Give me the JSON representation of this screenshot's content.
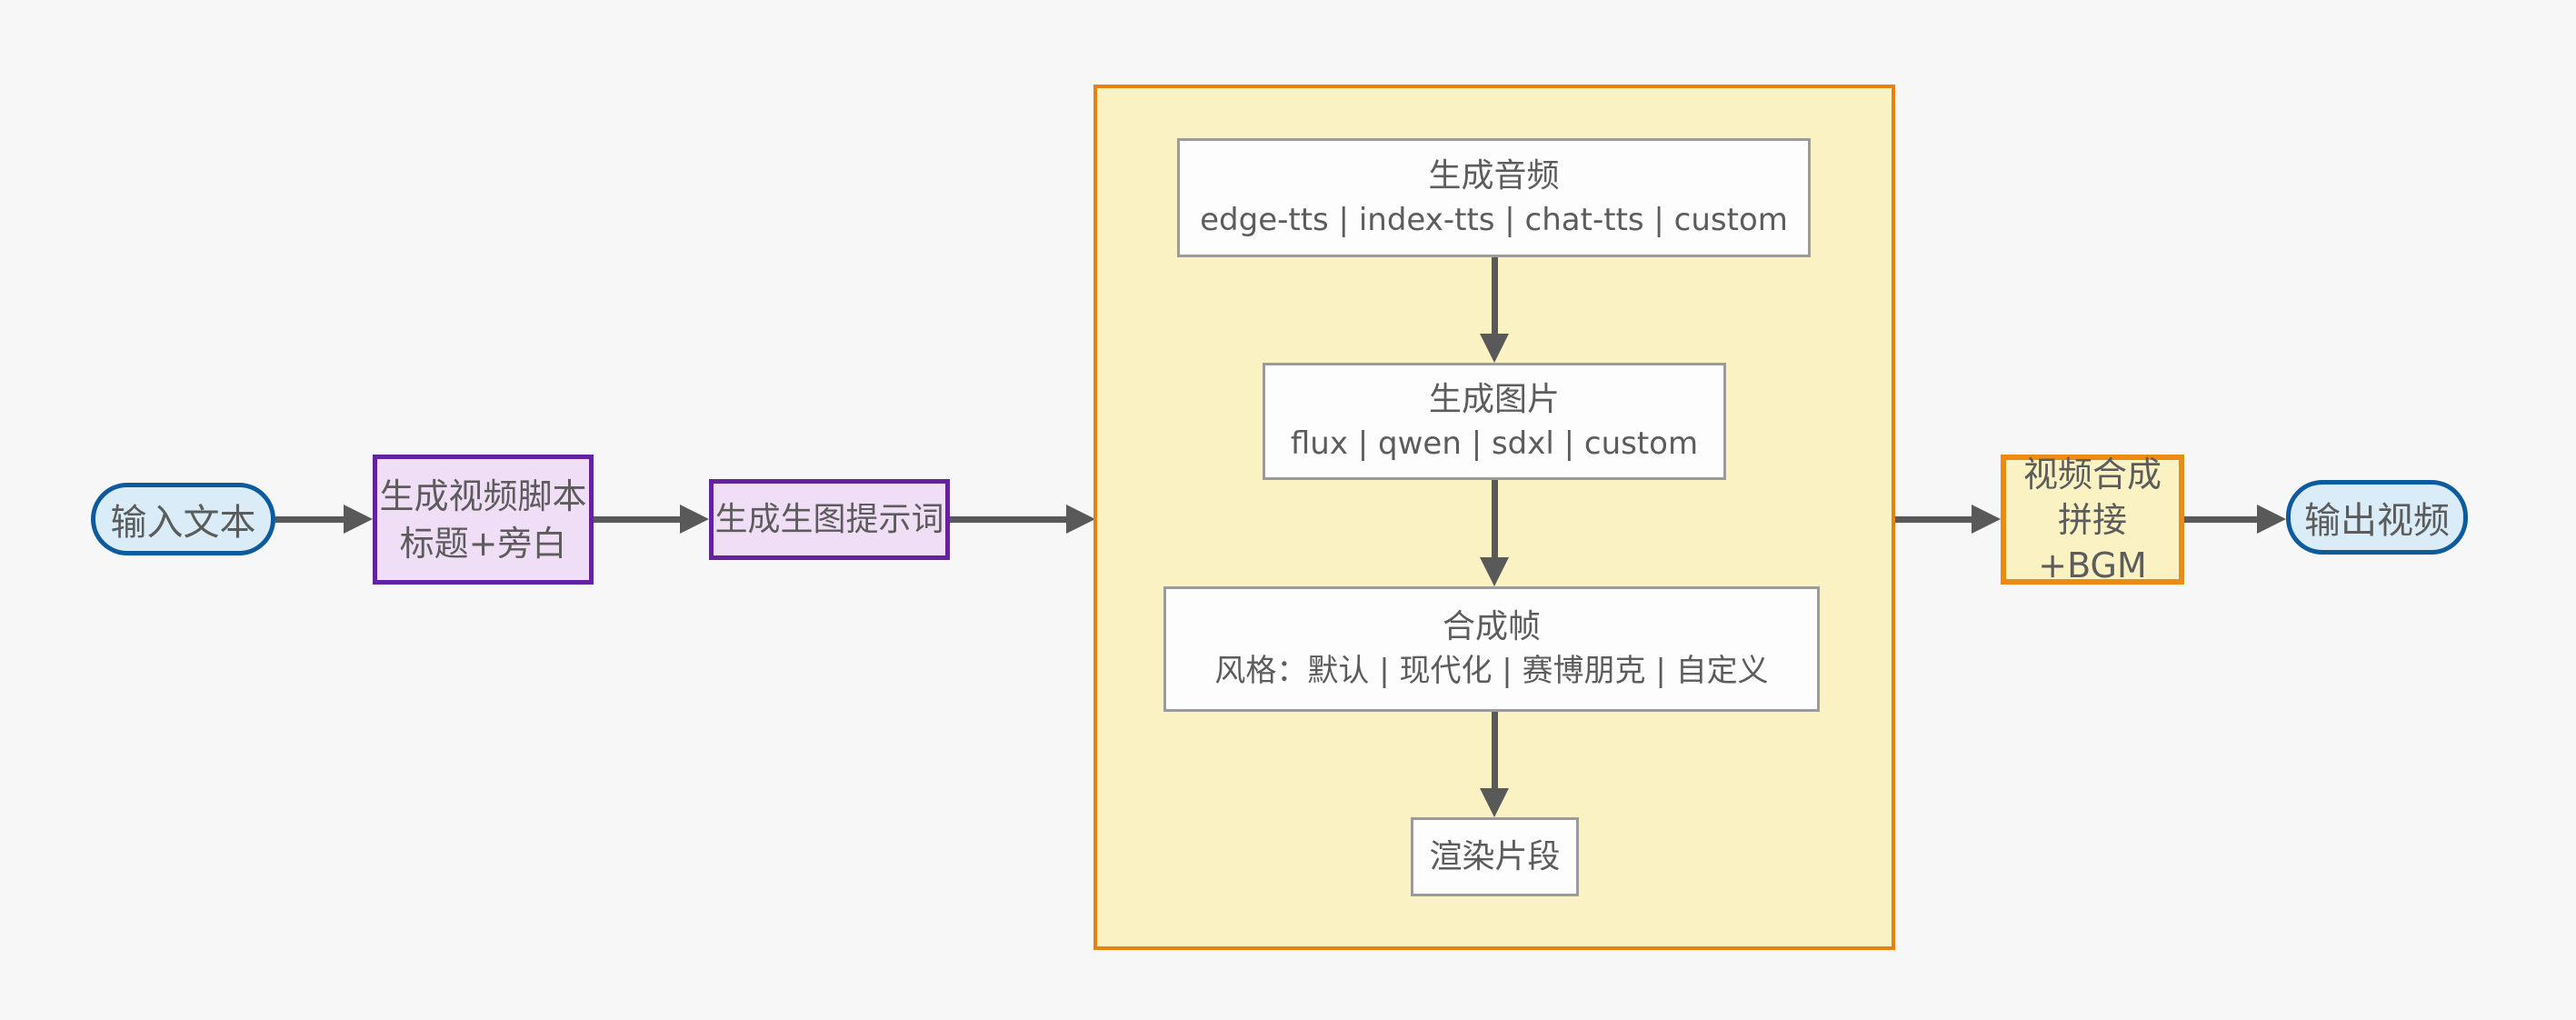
{
  "flow": {
    "input": {
      "label": "输入文本"
    },
    "script": {
      "line1": "生成视频脚本",
      "line2": "标题+旁白"
    },
    "prompt": {
      "label": "生成生图提示词"
    },
    "pipeline": {
      "audio": {
        "title": "生成音频",
        "options": "edge-tts | index-tts | chat-tts | custom"
      },
      "image": {
        "title": "生成图片",
        "options": "flux | qwen | sdxl | custom"
      },
      "frame": {
        "title": "合成帧",
        "options": "风格：默认 | 现代化 | 赛博朋克 | 自定义"
      },
      "render": {
        "label": "渲染片段"
      }
    },
    "compose": {
      "line1": "视频合成",
      "line2": "拼接+BGM"
    },
    "output": {
      "label": "输出视频"
    }
  },
  "colors": {
    "background": "#f7f7f7",
    "text": "#5c5c5c",
    "arrow": "#595959",
    "terminal_fill": "#d9ecf8",
    "terminal_border": "#0d5a9c",
    "purple_fill": "#f0def6",
    "purple_border": "#67219f",
    "yellow_fill": "#fbf2c4",
    "orange_border": "#e8820e",
    "white_fill": "#fdfdfd",
    "gray_border": "#9b9b9b"
  }
}
